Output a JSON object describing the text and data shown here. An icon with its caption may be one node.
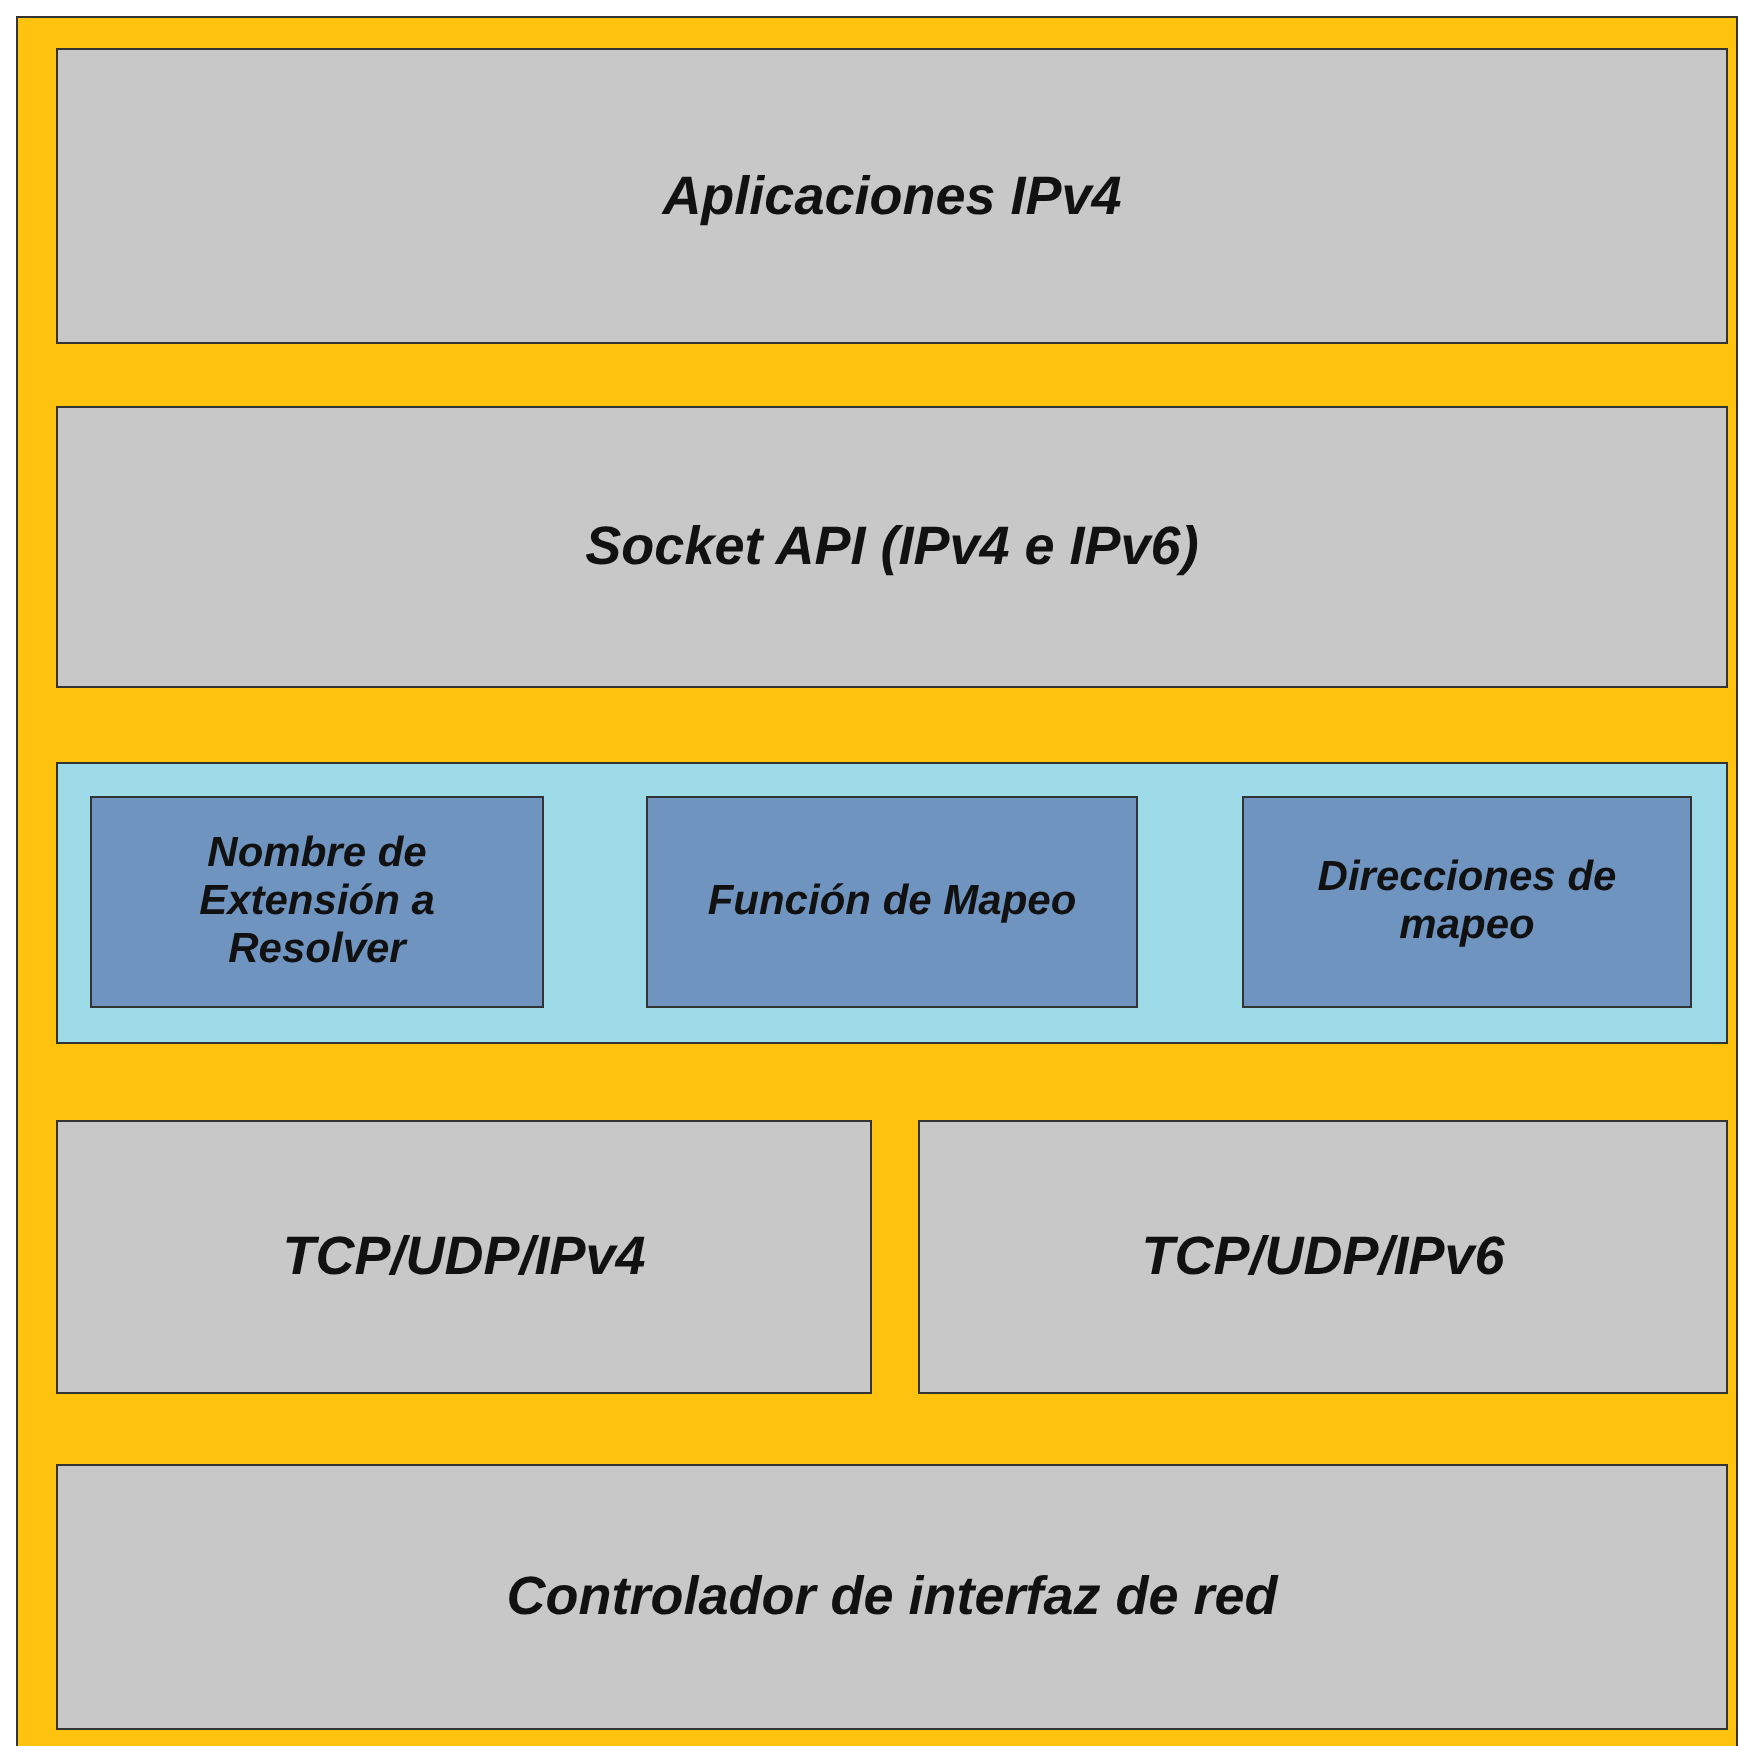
{
  "diagram": {
    "nodes": [
      {
        "text": [],
        "shape": "box"
      },
      {
        "text": [
          "Aplicaciones IPv4"
        ],
        "in": 0
      },
      {
        "text": [
          "Socket API (IPv4 e IPv6)"
        ],
        "in": 0
      },
      {
        "text": [],
        "shape": "box",
        "in": 0
      },
      {
        "text": [
          "Nombre de Extensión a Resolver"
        ],
        "in": 3
      },
      {
        "text": [
          "Función de Mapeo"
        ],
        "in": 3
      },
      {
        "text": [
          "Direcciones de mapeo"
        ],
        "in": 3
      },
      {
        "text": [
          "TCP/UDP/IPv4"
        ],
        "in": 0
      },
      {
        "text": [
          "TCP/UDP/IPv6"
        ],
        "in": 0
      },
      {
        "text": [
          "Controlador de interfaz de red"
        ],
        "in": 0
      }
    ]
  }
}
